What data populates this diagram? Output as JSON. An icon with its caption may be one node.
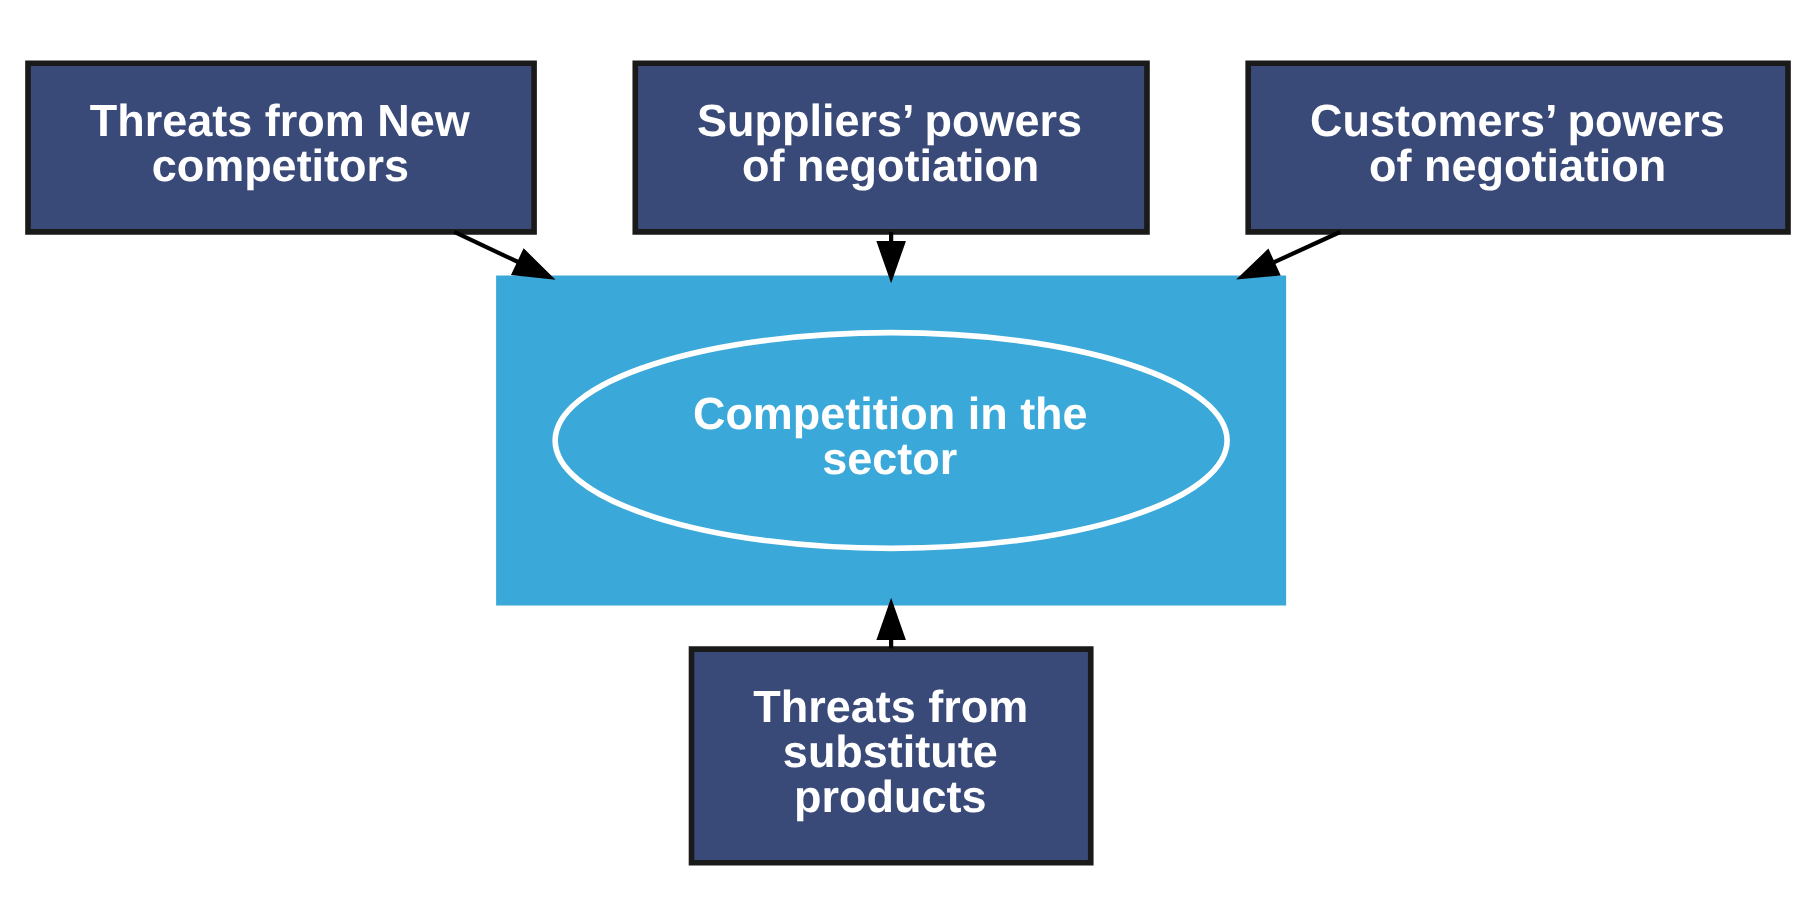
{
  "diagram": {
    "nodes": [
      {
        "text": [
          "Threats from New competitors"
        ]
      },
      {
        "text": [
          "Suppliers’ powers of negotiation"
        ]
      },
      {
        "text": [],
        "shape": "box"
      },
      {
        "text": [
          "Competition in the sector"
        ],
        "in": 2
      },
      {
        "text": [
          "Customers’ powers of negotiation"
        ]
      },
      {
        "text": [
          "Threats from substitute products"
        ]
      }
    ],
    "edges": [
      {
        "from": 0,
        "to": 2,
        "arrow": "to"
      },
      {
        "from": 1,
        "to": 2,
        "arrow": "to"
      },
      {
        "from": 4,
        "to": 2,
        "arrow": "to"
      },
      {
        "from": 5,
        "to": 2,
        "arrow": "to"
      }
    ]
  }
}
